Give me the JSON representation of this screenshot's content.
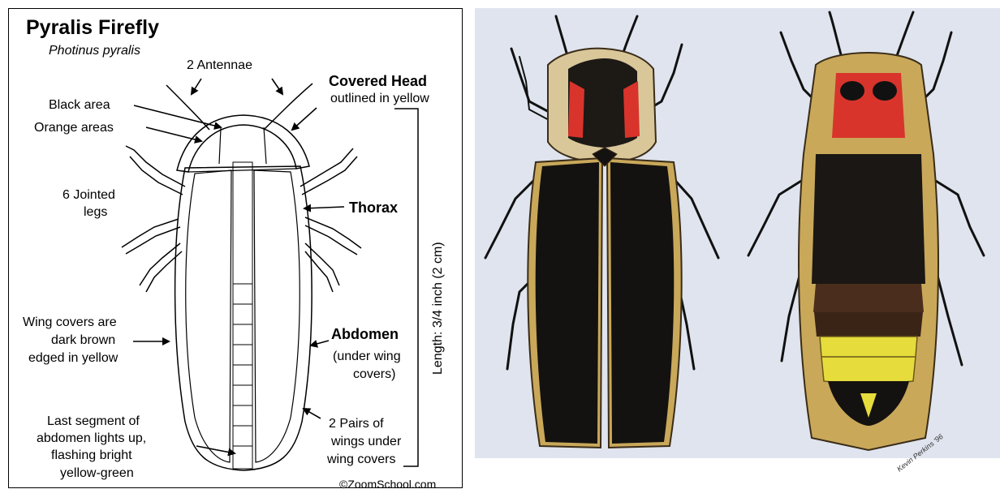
{
  "diagram": {
    "title": "Pyralis Firefly",
    "subtitle": "Photinus pyralis",
    "labels": {
      "antennae": "2 Antennae",
      "covered_head": "Covered Head",
      "covered_head_note": "outlined in yellow",
      "black_area": "Black area",
      "orange_areas": "Orange areas",
      "legs_line1": "6 Jointed",
      "legs_line2": "legs",
      "thorax": "Thorax",
      "length": "Length: 3/4 inch (2 cm)",
      "wing_covers_line1": "Wing covers are",
      "wing_covers_line2": "dark brown",
      "wing_covers_line3": "edged in yellow",
      "abdomen": "Abdomen",
      "abdomen_note_line1": "(under wing",
      "abdomen_note_line2": "covers)",
      "last_segment_line1": "Last segment of",
      "last_segment_line2": "abdomen lights up,",
      "last_segment_line3": "flashing  bright",
      "last_segment_line4": "yellow-green",
      "wings_line1": "2 Pairs of",
      "wings_line2": "wings under",
      "wings_line3": "wing covers",
      "credit": "©ZoomSchool.com"
    }
  },
  "photo": {
    "signature": "Kevin Perkins '96",
    "colors": {
      "background": "#dfe4ee",
      "wing_black": "#141210",
      "wing_edge_yellow": "#c9a85a",
      "pronotum_red": "#d8342c",
      "pronotum_tan": "#d9c79a",
      "lantern_yellow": "#e6dc3c"
    }
  }
}
